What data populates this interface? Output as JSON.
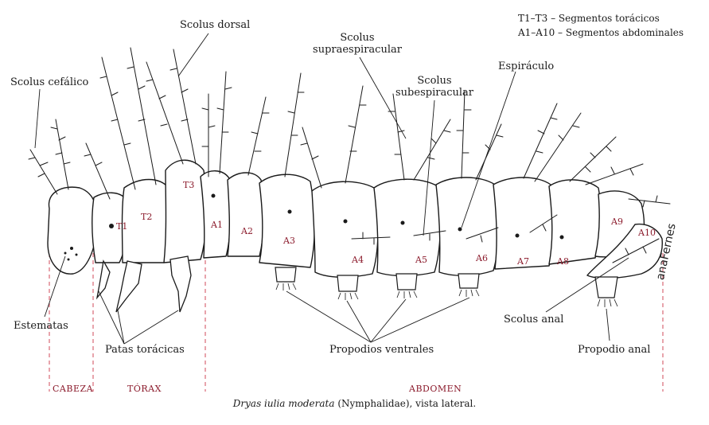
{
  "legend": {
    "thoracic": "T1–T3 – Segmentos torácicos",
    "abdominal": "A1–A10 – Segmentos abdominales"
  },
  "labels": {
    "scolus_dorsal": "Scolus dorsal",
    "scolus_cefalico": "Scolus cefálico",
    "scolus_supra_1": "Scolus",
    "scolus_supra_2": "supraespiracular",
    "scolus_sub_1": "Scolus",
    "scolus_sub_2": "subespiracular",
    "espiraculo": "Espiráculo",
    "estematas": "Estematas",
    "patas_toracicas": "Patas torácicas",
    "propodios_ventrales": "Propodios ventrales",
    "scolus_anal": "Scolus anal",
    "propodio_anal": "Propodio anal"
  },
  "segments": [
    "T1",
    "T2",
    "T3",
    "A1",
    "A2",
    "A3",
    "A4",
    "A5",
    "A6",
    "A7",
    "A8",
    "A9",
    "A10"
  ],
  "regions": [
    "CABEZA",
    "TÓRAX",
    "ABDOMEN"
  ],
  "caption": {
    "species": "Dryas iulia moderata",
    "rest": " (Nymphalidae), vista lateral."
  },
  "signature": "anaFernes",
  "colors": {
    "ink": "#1a1a1a",
    "accent": "#8b1a2b",
    "divider": "#d04a5a"
  }
}
